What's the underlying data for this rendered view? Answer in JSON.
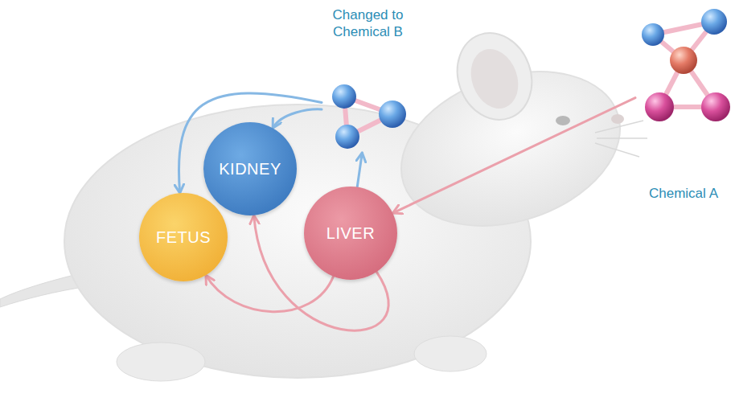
{
  "diagram": {
    "nodes": [
      {
        "text": [
          "Chemical A"
        ]
      },
      {
        "text": [
          "LIVER"
        ]
      },
      {
        "text": [
          "Changed to Chemical B"
        ]
      },
      {
        "text": [
          "KIDNEY"
        ]
      },
      {
        "text": [
          "FETUS"
        ]
      }
    ],
    "edges": [
      {
        "from": 0,
        "to": 1,
        "arrow": "to"
      },
      {
        "from": 1,
        "to": 2,
        "arrow": "to"
      },
      {
        "from": 2,
        "to": 3,
        "arrow": "to"
      },
      {
        "from": 2,
        "to": 4,
        "arrow": "to"
      },
      {
        "from": 1,
        "to": 3,
        "arrow": "to"
      },
      {
        "from": 1,
        "to": 4,
        "arrow": "to"
      }
    ]
  }
}
